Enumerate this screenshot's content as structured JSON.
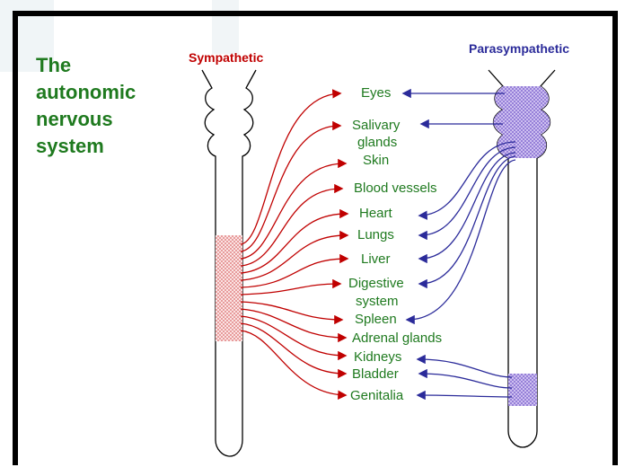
{
  "title": {
    "line1": "The",
    "line2": "autonomic",
    "line3": "nervous",
    "line4": "system"
  },
  "labels": {
    "sympathetic": "Sympathetic",
    "parasympathetic": "Parasympathetic"
  },
  "organs": {
    "eyes": "Eyes",
    "salivary_1": "Salivary",
    "salivary_2": "glands",
    "skin": "Skin",
    "blood_vessels": "Blood vessels",
    "heart": "Heart",
    "lungs": "Lungs",
    "liver": "Liver",
    "digestive_1": "Digestive",
    "digestive_2": "system",
    "spleen": "Spleen",
    "adrenal": "Adrenal glands",
    "kidneys": "Kidneys",
    "bladder": "Bladder",
    "genitalia": "Genitalia"
  },
  "colors": {
    "title": "#1f7a1f",
    "sympathetic": "#c00000",
    "parasympathetic": "#2b2b9a",
    "organ_text": "#1f7a1f",
    "symp_region": "#f2b8b8",
    "para_region": "#b9a6e6"
  }
}
